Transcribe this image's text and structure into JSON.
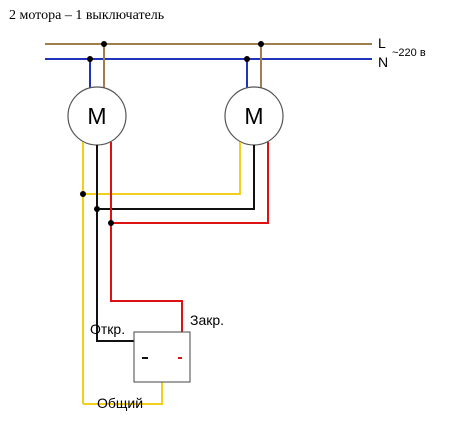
{
  "title": "2 мотора – 1 выключатель",
  "lines": {
    "l_label": "L",
    "n_label": "N",
    "voltage": "~220 в"
  },
  "motors": [
    {
      "symbol": "M"
    },
    {
      "symbol": "M"
    }
  ],
  "switch": {
    "open_label": "Откр.",
    "close_label": "Закр.",
    "common_label": "Общий"
  },
  "colors": {
    "phase": "#9e7e4e",
    "neutral": "#2233bb",
    "yellow": "#f2cf1a",
    "black": "#111111",
    "red": "#dd1111",
    "motor_outline": "#555555"
  }
}
